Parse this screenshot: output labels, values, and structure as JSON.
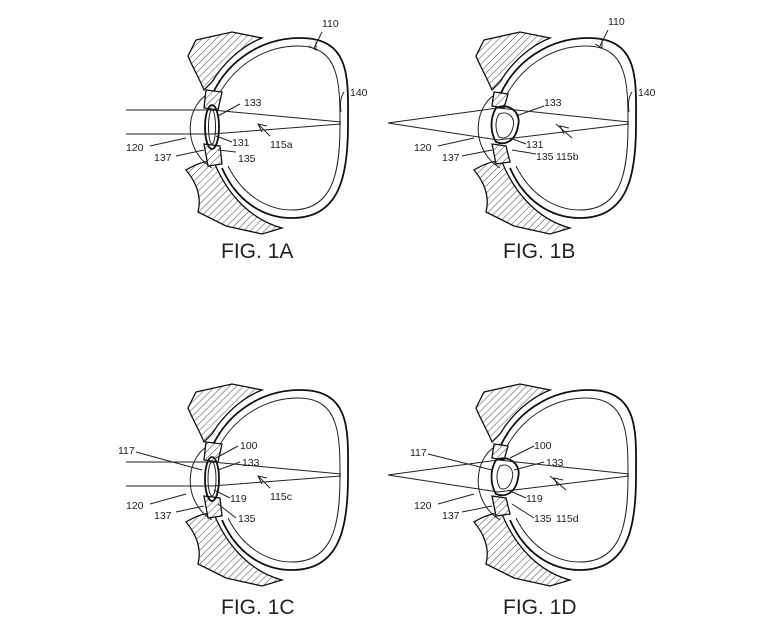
{
  "figures": [
    {
      "id": "1a",
      "caption": "FIG. 1A",
      "labels": {
        "eye": "110",
        "retina": "140",
        "lens": "133",
        "capsule": "131",
        "zonule": "135",
        "path": "115a",
        "cornea": "120",
        "muscle": "137"
      }
    },
    {
      "id": "1b",
      "caption": "FIG. 1B",
      "labels": {
        "eye": "110",
        "retina": "140",
        "lens": "133",
        "capsule": "131",
        "zonule": "135",
        "path": "115b",
        "cornea": "120",
        "muscle": "137"
      }
    },
    {
      "id": "1c",
      "caption": "FIG. 1C",
      "labels": {
        "iris": "117",
        "implant": "100",
        "lens": "133",
        "ring": "119",
        "zonule": "135",
        "path": "115c",
        "cornea": "120",
        "muscle": "137"
      }
    },
    {
      "id": "1d",
      "caption": "FIG. 1D",
      "labels": {
        "iris": "117",
        "implant": "100",
        "lens": "133",
        "ring": "119",
        "zonule": "135",
        "path": "115d",
        "cornea": "120",
        "muscle": "137"
      }
    }
  ]
}
